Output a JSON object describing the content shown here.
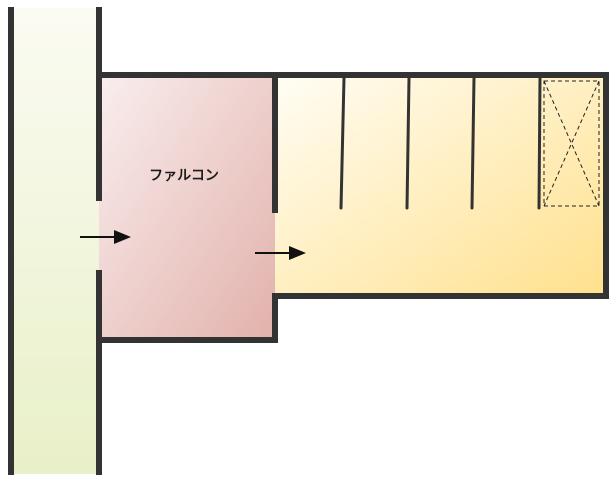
{
  "diagram": {
    "type": "floor-plan",
    "rooms": [
      {
        "id": "corridor",
        "label": "",
        "fill_start": "#fbfbf2",
        "fill_end": "#e8f0c8"
      },
      {
        "id": "falcon",
        "label": "ファルコン",
        "fill_start": "#f8eded",
        "fill_end": "#e3b3ad"
      },
      {
        "id": "parking",
        "label": "",
        "fill_start": "#fffdf4",
        "fill_end": "#ffe08e"
      }
    ],
    "colors": {
      "wall": "#333333",
      "arrow": "#111111",
      "dashed": "#222222",
      "background": "#ffffff"
    },
    "arrows": [
      {
        "id": "entry-arrow",
        "direction": "right"
      },
      {
        "id": "pass-arrow",
        "direction": "right"
      }
    ],
    "stall_dividers": 4,
    "marked_area": "crossed-dashed-box"
  }
}
